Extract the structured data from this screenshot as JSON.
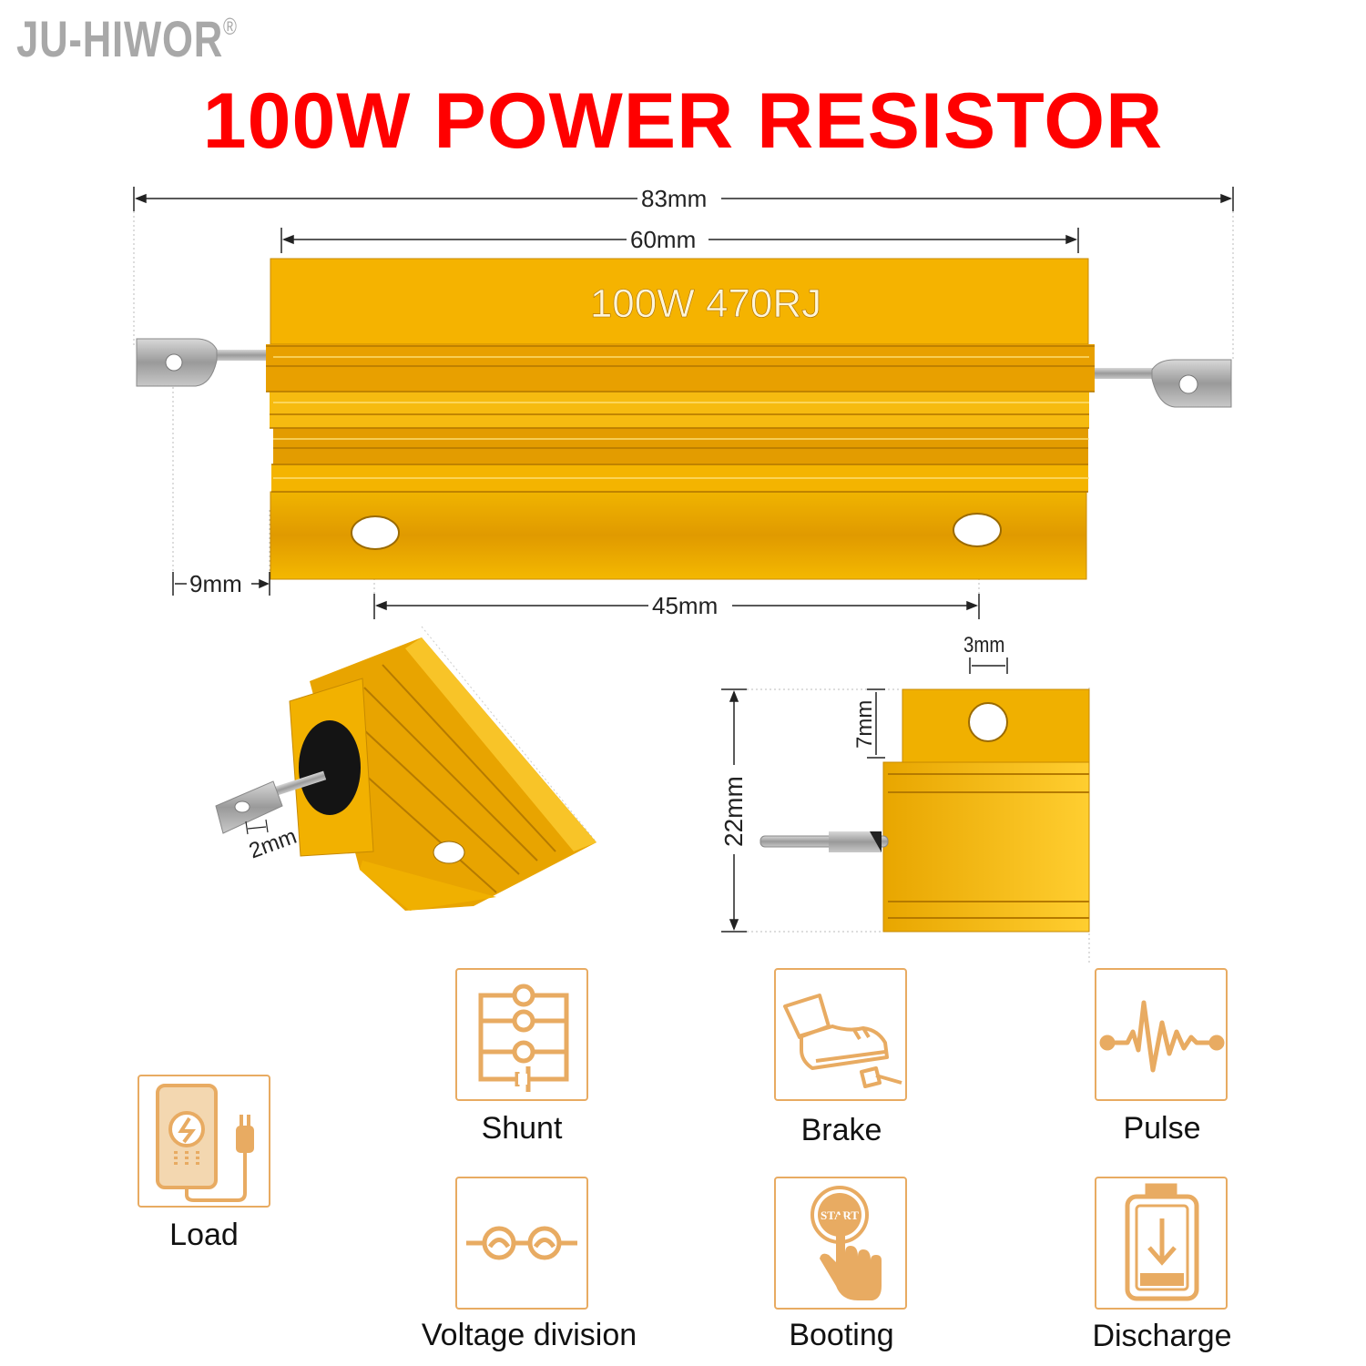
{
  "brand": {
    "name": "JU-HIWOR",
    "mark": "®"
  },
  "title": "100W POWER RESISTOR",
  "resistor": {
    "marking": "100W 470RJ"
  },
  "dimensions": {
    "overall_length": "83mm",
    "body_length": "60mm",
    "terminal_length": "9mm",
    "mount_hole_spacing": "45mm",
    "terminal_width": "2mm",
    "hole_diameter": "3mm",
    "hole_offset": "7mm",
    "height": "22mm"
  },
  "applications": [
    {
      "label": "Shunt",
      "icon": "shunt-circuit-icon"
    },
    {
      "label": "Brake",
      "icon": "brake-pedal-icon"
    },
    {
      "label": "Pulse",
      "icon": "pulse-wave-icon"
    },
    {
      "label": "Load",
      "icon": "phone-charging-icon"
    },
    {
      "label": "Voltage division",
      "icon": "voltage-divider-icon"
    },
    {
      "label": "Booting",
      "icon": "start-button-icon"
    },
    {
      "label": "Discharge",
      "icon": "battery-discharge-icon"
    }
  ],
  "colors": {
    "title": "#ff0000",
    "gold": "#e3a100",
    "icon_accent": "#e8ab62",
    "brand": "#a8a8a8"
  }
}
